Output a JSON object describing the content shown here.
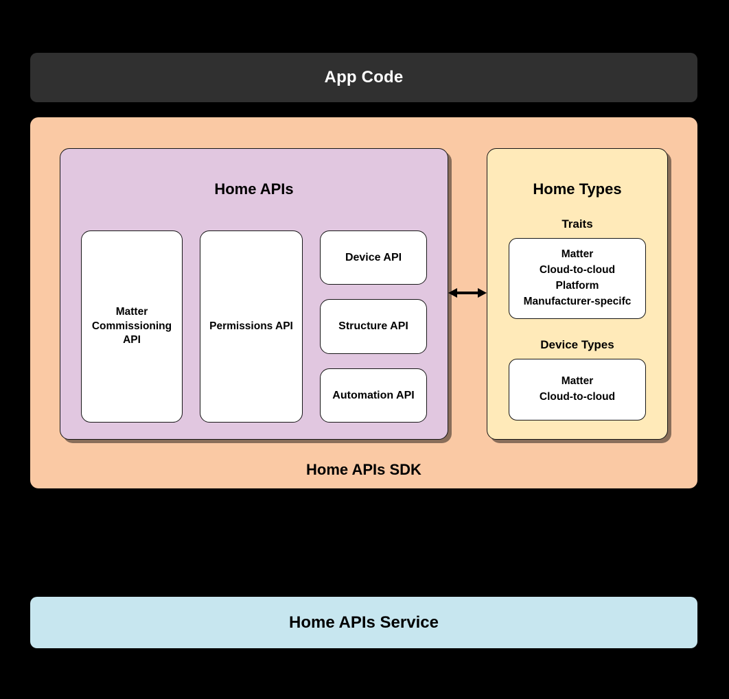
{
  "diagram": {
    "top_bar": {
      "label": "App Code"
    },
    "sdk_panel": {
      "title": "Home APIs SDK",
      "home_apis": {
        "heading": "Home APIs",
        "left_boxes": [
          {
            "label": "Matter\nCommissioning\nAPI"
          },
          {
            "label": "Permissions API"
          }
        ],
        "stacked_boxes": [
          {
            "label": "Device API"
          },
          {
            "label": "Structure API"
          },
          {
            "label": "Automation API"
          }
        ]
      },
      "home_types": {
        "heading": "Home Types",
        "traits": {
          "label": "Traits",
          "items": "Matter\nCloud-to-cloud\nPlatform\nManufacturer-specifc"
        },
        "device_types": {
          "label": "Device Types",
          "items": "Matter\nCloud-to-cloud"
        }
      },
      "connector": {
        "name": "bidirectional-arrow"
      }
    },
    "bottom_bar": {
      "label": "Home APIs Service"
    }
  },
  "colors": {
    "background": "#000000",
    "app_code_bar": "#303030",
    "sdk_panel": "#fac9a4",
    "home_apis_panel": "#e1c7e0",
    "home_types_panel": "#ffeab9",
    "service_bar": "#c7e6ef",
    "box_fill": "#ffffff",
    "stroke": "#151515",
    "text_dark": "#000000",
    "text_light": "#ffffff"
  }
}
